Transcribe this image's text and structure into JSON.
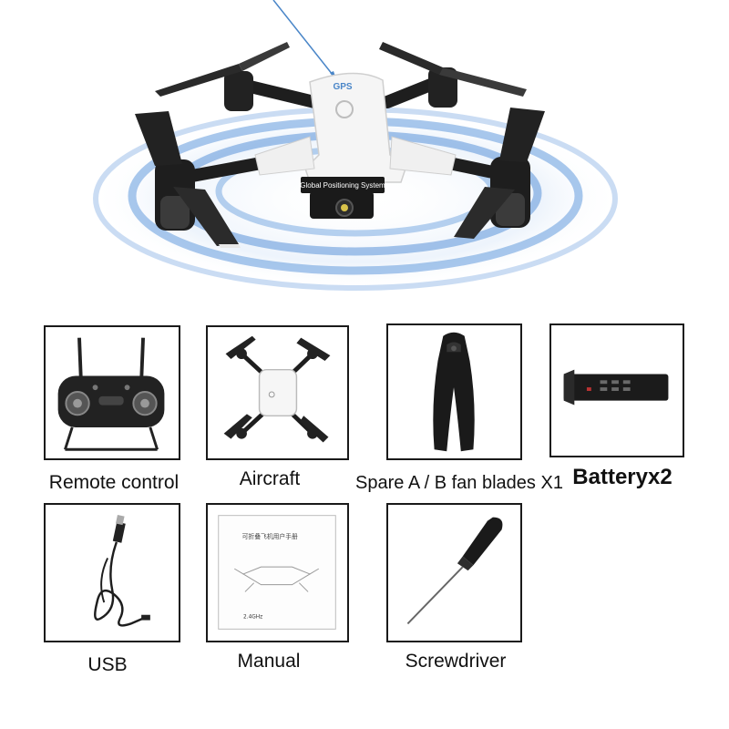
{
  "hero": {
    "body_label": "Global Positioning System",
    "badge": "GPS"
  },
  "manual": {
    "title": "可折叠飞机用户手册",
    "brand": "2.4GHz"
  },
  "items": [
    {
      "caption": "Remote control",
      "icon": "remote-control-image"
    },
    {
      "caption": "Aircraft",
      "icon": "aircraft-image"
    },
    {
      "caption": "Spare A / B fan blades X1",
      "icon": "propeller-blades-image"
    },
    {
      "caption": "Batteryx2",
      "icon": "battery-image"
    },
    {
      "caption": "USB",
      "icon": "usb-cable-image"
    },
    {
      "caption": "Manual",
      "icon": "manual-booklet-image"
    },
    {
      "caption": "Screwdriver",
      "icon": "screwdriver-image"
    }
  ],
  "colors": {
    "ring": "#6fa3e0",
    "ring_light": "#cfe0f6",
    "drone_body": "#f5f5f5",
    "drone_dark": "#1e1e1e",
    "border": "#1a1a1a"
  }
}
